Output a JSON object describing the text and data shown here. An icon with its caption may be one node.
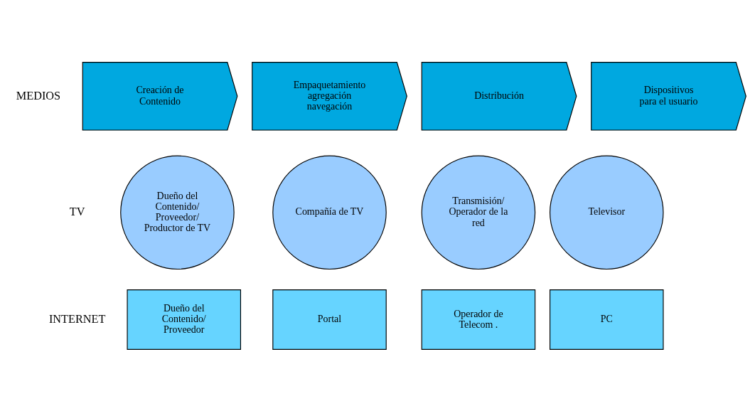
{
  "diagram": {
    "nodes": [
      {
        "text": [
          "Creación de Contenido"
        ]
      },
      {
        "text": [
          "Empaquetamiento agregación navegación"
        ]
      },
      {
        "text": [
          "Distribución"
        ]
      },
      {
        "text": [
          "Dispositivos para el usuario"
        ]
      },
      {
        "text": [
          "Dueño del Contenido/ Proveedor/ Productor de TV"
        ]
      },
      {
        "text": [
          "Compañía de TV"
        ]
      },
      {
        "text": [
          "Transmisión/ Operador de la red"
        ]
      },
      {
        "text": [
          "Televisor"
        ]
      },
      {
        "text": [
          "Dueño del Contenido/ Proveedor"
        ]
      },
      {
        "text": [
          "Portal"
        ]
      },
      {
        "text": [
          "Operador de Telecom ."
        ]
      },
      {
        "text": [
          "PC"
        ]
      }
    ],
    "edges": [],
    "labels": [
      "MEDIOS",
      "TV",
      "INTERNET"
    ]
  }
}
